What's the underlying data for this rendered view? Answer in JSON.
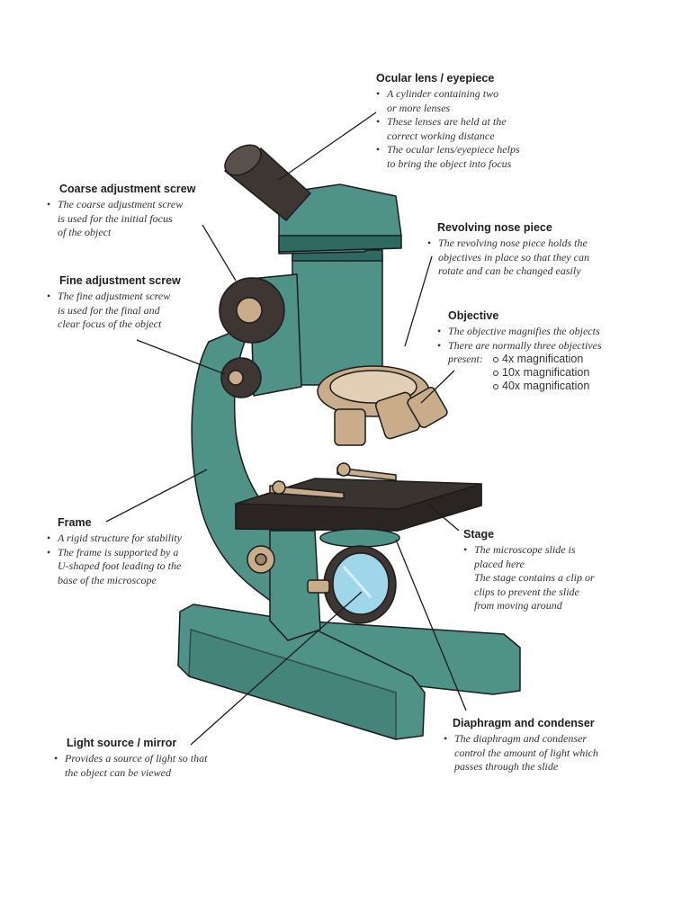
{
  "colors": {
    "body": "#4f9288",
    "bodyDark": "#2f6a62",
    "brass": "#c9ad8a",
    "stage": "#3a3431",
    "mirror": "#9fd6ea",
    "line": "#1c1c1c"
  },
  "labels": {
    "ocular": {
      "title": "Ocular lens / eyepiece",
      "points": [
        "A cylinder containing two",
        "or more lenses",
        "These lenses are held at the",
        "correct working distance",
        "The ocular lens/eyepiece helps",
        "to bring the object into focus"
      ]
    },
    "coarse": {
      "title": "Coarse adjustment screw",
      "points": [
        "The coarse adjustment screw",
        "is used for the initial focus",
        "of the object"
      ]
    },
    "nosepiece": {
      "title": "Revolving nose piece",
      "points": [
        "The revolving nose piece holds the",
        "objectives in place so that they can",
        "rotate and can be changed easily"
      ]
    },
    "fine": {
      "title": "Fine adjustment screw",
      "points": [
        "The fine adjustment screw",
        "is used for the final and",
        "clear focus of the object"
      ]
    },
    "objective": {
      "title": "Objective",
      "points": [
        "The objective magnifies the objects",
        "There are normally three objectives",
        "present:"
      ],
      "magnifications": [
        "4x magnification",
        "10x magnification",
        "40x magnification"
      ]
    },
    "frame": {
      "title": "Frame",
      "points": [
        "A rigid structure for stability",
        "The frame is supported by a",
        "U-shaped foot leading to the",
        "base of the microscope"
      ]
    },
    "stage": {
      "title": "Stage",
      "points": [
        "The microscope slide is",
        "placed here",
        "The stage contains a clip or",
        "clips to prevent the slide",
        "from moving around"
      ]
    },
    "diaphragm": {
      "title": "Diaphragm and condenser",
      "points": [
        "The diaphragm and condenser",
        "control the amount of light which",
        "passes through the slide"
      ]
    },
    "light": {
      "title": "Light source / mirror",
      "points": [
        "Provides a source of light so that",
        "the object can be viewed"
      ]
    }
  }
}
